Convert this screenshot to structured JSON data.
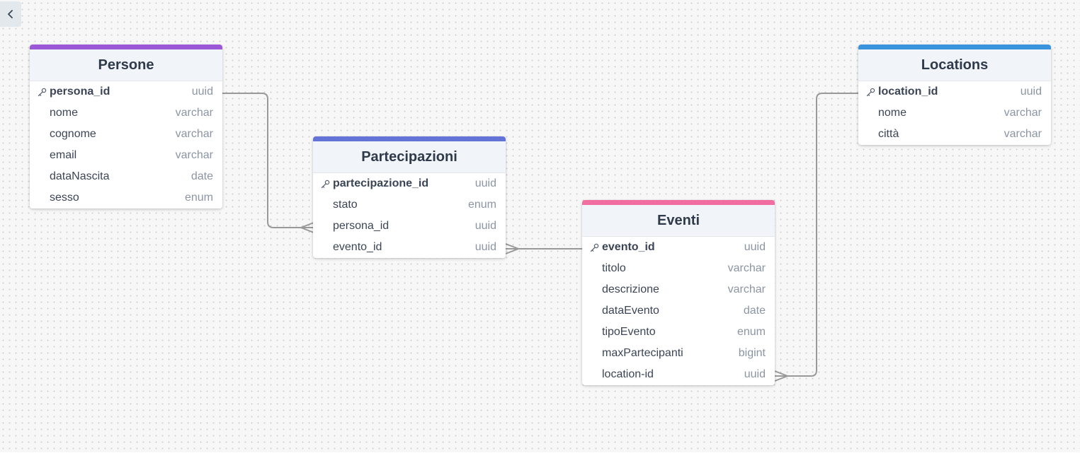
{
  "ui": {
    "collapse_icon": "chevron-left-icon",
    "key_icon": "key-icon"
  },
  "tables": {
    "persone": {
      "name": "Persone",
      "color": "#9b59d8",
      "columns": [
        {
          "name": "persona_id",
          "type": "uuid",
          "pk": true
        },
        {
          "name": "nome",
          "type": "varchar"
        },
        {
          "name": "cognome",
          "type": "varchar"
        },
        {
          "name": "email",
          "type": "varchar"
        },
        {
          "name": "dataNascita",
          "type": "date"
        },
        {
          "name": "sesso",
          "type": "enum"
        }
      ]
    },
    "partecipazioni": {
      "name": "Partecipazioni",
      "color": "#6474d6",
      "columns": [
        {
          "name": "partecipazione_id",
          "type": "uuid",
          "pk": true
        },
        {
          "name": "stato",
          "type": "enum"
        },
        {
          "name": "persona_id",
          "type": "uuid"
        },
        {
          "name": "evento_id",
          "type": "uuid"
        }
      ]
    },
    "eventi": {
      "name": "Eventi",
      "color": "#f06ea0",
      "columns": [
        {
          "name": "evento_id",
          "type": "uuid",
          "pk": true
        },
        {
          "name": "titolo",
          "type": "varchar"
        },
        {
          "name": "descrizione",
          "type": "varchar"
        },
        {
          "name": "dataEvento",
          "type": "date"
        },
        {
          "name": "tipoEvento",
          "type": "enum"
        },
        {
          "name": "maxPartecipanti",
          "type": "bigint"
        },
        {
          "name": "location-id",
          "type": "uuid"
        }
      ]
    },
    "locations": {
      "name": "Locations",
      "color": "#3b93de",
      "columns": [
        {
          "name": "location_id",
          "type": "uuid",
          "pk": true
        },
        {
          "name": "nome",
          "type": "varchar"
        },
        {
          "name": "città",
          "type": "varchar"
        }
      ]
    }
  },
  "relationships": [
    {
      "from": "Persone.persona_id",
      "to": "Partecipazioni.persona_id",
      "cardinality": "one-to-many"
    },
    {
      "from": "Eventi.evento_id",
      "to": "Partecipazioni.evento_id",
      "cardinality": "one-to-many"
    },
    {
      "from": "Locations.location_id",
      "to": "Eventi.location-id",
      "cardinality": "one-to-many"
    }
  ]
}
